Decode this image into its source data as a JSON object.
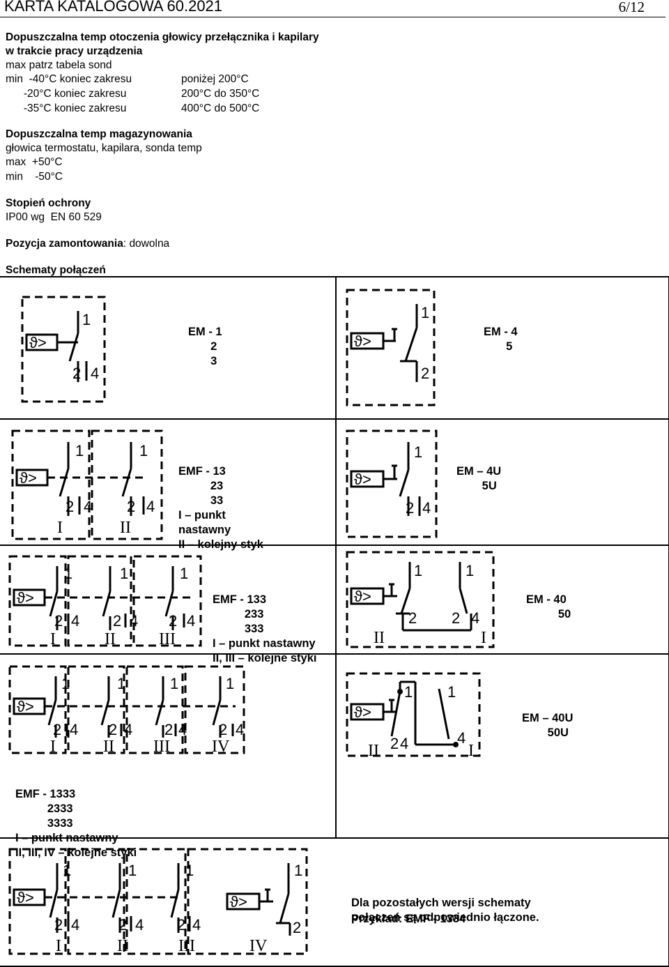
{
  "header": {
    "title": "KARTA KATALOGOWA 60.2021",
    "page": "6/12"
  },
  "specs": {
    "operating_temp": {
      "title_line1": "Dopuszczalna temp otoczenia głowicy przełącznika i kapilary",
      "title_line2": "w trakcie pracy urządzenia",
      "max_line": "max patrz tabela sond",
      "rows": [
        {
          "left": "min  -40°C koniec zakresu",
          "right": "poniżej 200°C"
        },
        {
          "left": "      -20°C koniec zakresu",
          "right": "200°C do 350°C"
        },
        {
          "left": "      -35°C koniec zakresu",
          "right": "400°C do 500°C"
        }
      ]
    },
    "storage_temp": {
      "title": "Dopuszczalna temp magazynowania",
      "line1": "głowica termostatu, kapilara, sonda temp",
      "line2": "max  +50°C",
      "line3": "min    -50°C"
    },
    "protection": {
      "title": "Stopień ochrony",
      "value": "IP00 wg  EN 60 529"
    },
    "mounting": {
      "label": "Pozycja zamontowania",
      "value": ": dowolna"
    },
    "schemes_title": "Schematy połączeń"
  },
  "diagrams": {
    "em1": [
      "EM - 1",
      "       2",
      "       3"
    ],
    "em4": [
      "EM - 4",
      "       5"
    ],
    "emf13": [
      "EMF - 13",
      "          23",
      "          33",
      "I – punkt",
      "nastawny",
      "II – kolejny styk"
    ],
    "em4u": [
      "EM – 4U",
      "        5U"
    ],
    "emf133": [
      "EMF - 133",
      "          233",
      "          333",
      "I – punkt nastawny",
      "II, III – kolejne styki"
    ],
    "em40": [
      "EM - 40",
      "          50"
    ],
    "em40u": [
      "EM – 40U",
      "        50U"
    ],
    "emf1333": [
      "EMF - 1333",
      "          2333",
      "          3333",
      "I – punkt nastawny",
      "II, III, IV – kolejne styki"
    ],
    "note": [
      "Dla pozostałych wersji schematy",
      "połączeń są odpowiednio łączone."
    ],
    "example": "Przykład: EMF - 1334"
  },
  "symbols": {
    "thermo": "ϑ>",
    "t1": "1",
    "t2": "2",
    "t4": "4",
    "r1": "I",
    "r2": "II",
    "r3": "III",
    "r4": "IV"
  }
}
